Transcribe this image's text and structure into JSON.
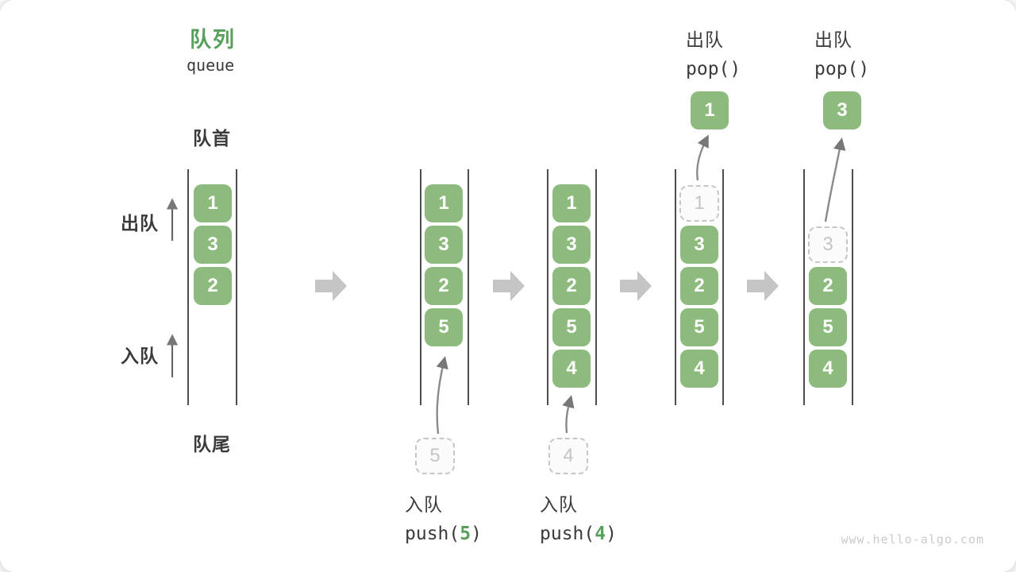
{
  "title": {
    "zh": "队列",
    "en": "queue"
  },
  "labels": {
    "front": "队首",
    "rear": "队尾",
    "dequeue": "出队",
    "enqueue": "入队"
  },
  "colors": {
    "box_green": "#8CBB7D",
    "accent_green": "#57A05C",
    "block_arrow_gray": "#C5C5C5",
    "wall_dark": "#4D4D4D",
    "text_dark": "#3B3B3B",
    "ghost_gray": "#C6C6C6"
  },
  "columns": [
    {
      "boxes": [
        "1",
        "3",
        "2"
      ]
    },
    {
      "boxes": [
        "1",
        "3",
        "2",
        "5"
      ],
      "incoming": "5",
      "op": {
        "zh": "入队",
        "code_prefix": "push(",
        "code_arg": "5",
        "code_suffix": ")"
      }
    },
    {
      "boxes": [
        "1",
        "3",
        "2",
        "5",
        "4"
      ],
      "incoming": "4",
      "op": {
        "zh": "入队",
        "code_prefix": "push(",
        "code_arg": "4",
        "code_suffix": ")"
      }
    },
    {
      "ghost": "1",
      "boxes": [
        "3",
        "2",
        "5",
        "4"
      ],
      "popped": "1",
      "op": {
        "zh": "出队",
        "code": "pop()"
      }
    },
    {
      "ghost": "3",
      "boxes": [
        "2",
        "5",
        "4"
      ],
      "popped": "3",
      "op": {
        "zh": "出队",
        "code": "pop()"
      }
    }
  ],
  "watermark": "www.hello-algo.com"
}
